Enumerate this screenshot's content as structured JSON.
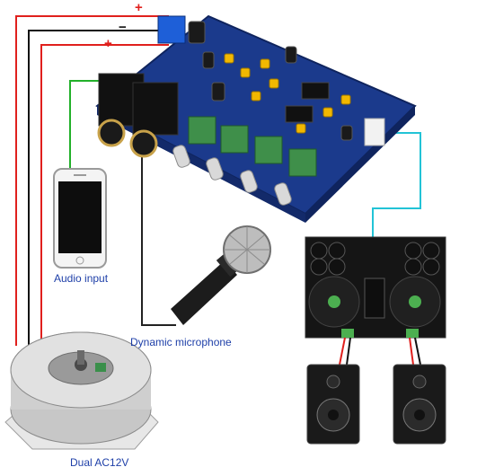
{
  "labels": {
    "audio_input": "Audio input",
    "dynamic_microphone": "Dynamic microphone",
    "power_supply": "Dual AC12V"
  },
  "polarity": {
    "plus_top": "+",
    "minus": "−",
    "plus_lower": "+"
  },
  "colors": {
    "board_pcb": "#1b3a8c",
    "wire_red": "#e0201d",
    "wire_black": "#111111",
    "wire_green": "#22b02a",
    "wire_cyan": "#22c3d6",
    "label_blue": "#1e3fa8",
    "amp_heatsink": "#151515",
    "speaker_body": "#1a1a1a",
    "transformer_silver": "#cfcfcf"
  },
  "icons": [
    "preamp-board-icon",
    "smartphone-icon",
    "microphone-icon",
    "amplifier-board-icon",
    "speaker-icon",
    "toroidal-transformer-icon"
  ]
}
